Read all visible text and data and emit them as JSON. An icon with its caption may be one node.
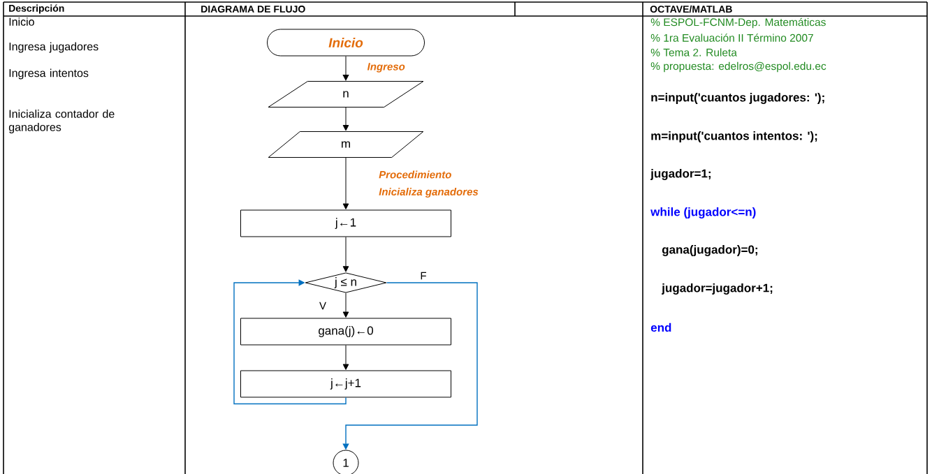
{
  "diagram": {
    "nodes": [
      {
        "text": [
          "Inicio"
        ]
      },
      {
        "text": [
          "n"
        ]
      },
      {
        "text": [
          "m"
        ]
      },
      {
        "text": [
          "j←1"
        ]
      },
      {
        "text": [
          "j ≤ n"
        ]
      },
      {
        "text": [
          "gana(j)←0"
        ]
      },
      {
        "text": [
          "j←j+1"
        ]
      },
      {
        "text": [
          "1"
        ]
      }
    ],
    "edges": [
      {
        "from": 0,
        "to": 1,
        "arrow": "to"
      },
      {
        "from": 1,
        "to": 2,
        "arrow": "to"
      },
      {
        "from": 2,
        "to": 3,
        "arrow": "to"
      },
      {
        "from": 3,
        "to": 4,
        "arrow": "to"
      },
      {
        "from": 4,
        "to": 5,
        "arrow": "to",
        "label": "V"
      },
      {
        "from": 5,
        "to": 6,
        "arrow": "to"
      },
      {
        "from": 6,
        "to": 4,
        "arrow": "to",
        "color": "#0070c0"
      },
      {
        "from": 4,
        "to": 7,
        "arrow": "to",
        "label": "F",
        "color": "#0070c0"
      }
    ],
    "labels": [
      "Descripción",
      "DIAGRAMA DE FLUJO",
      "OCTAVE/MATLAB",
      "Inicio",
      "Ingresa jugadores",
      "Ingresa intentos",
      "Inicializa contador de ganadores",
      "Ingreso",
      "Procedimiento",
      "Inicializa ganadores",
      "% ESPOL-FCNM-Dep. Matemáticas",
      "% 1ra Evaluación II Término 2007",
      "% Tema 2. Ruleta",
      "% propuesta: edelros@espol.edu.ec",
      "n=input('cuantos jugadores: ');",
      "m=input('cuantos intentos: ');",
      "jugador=1;",
      "while (jugador<=n)",
      "gana(jugador)=0;",
      "jugador=jugador+1;",
      "end"
    ]
  }
}
